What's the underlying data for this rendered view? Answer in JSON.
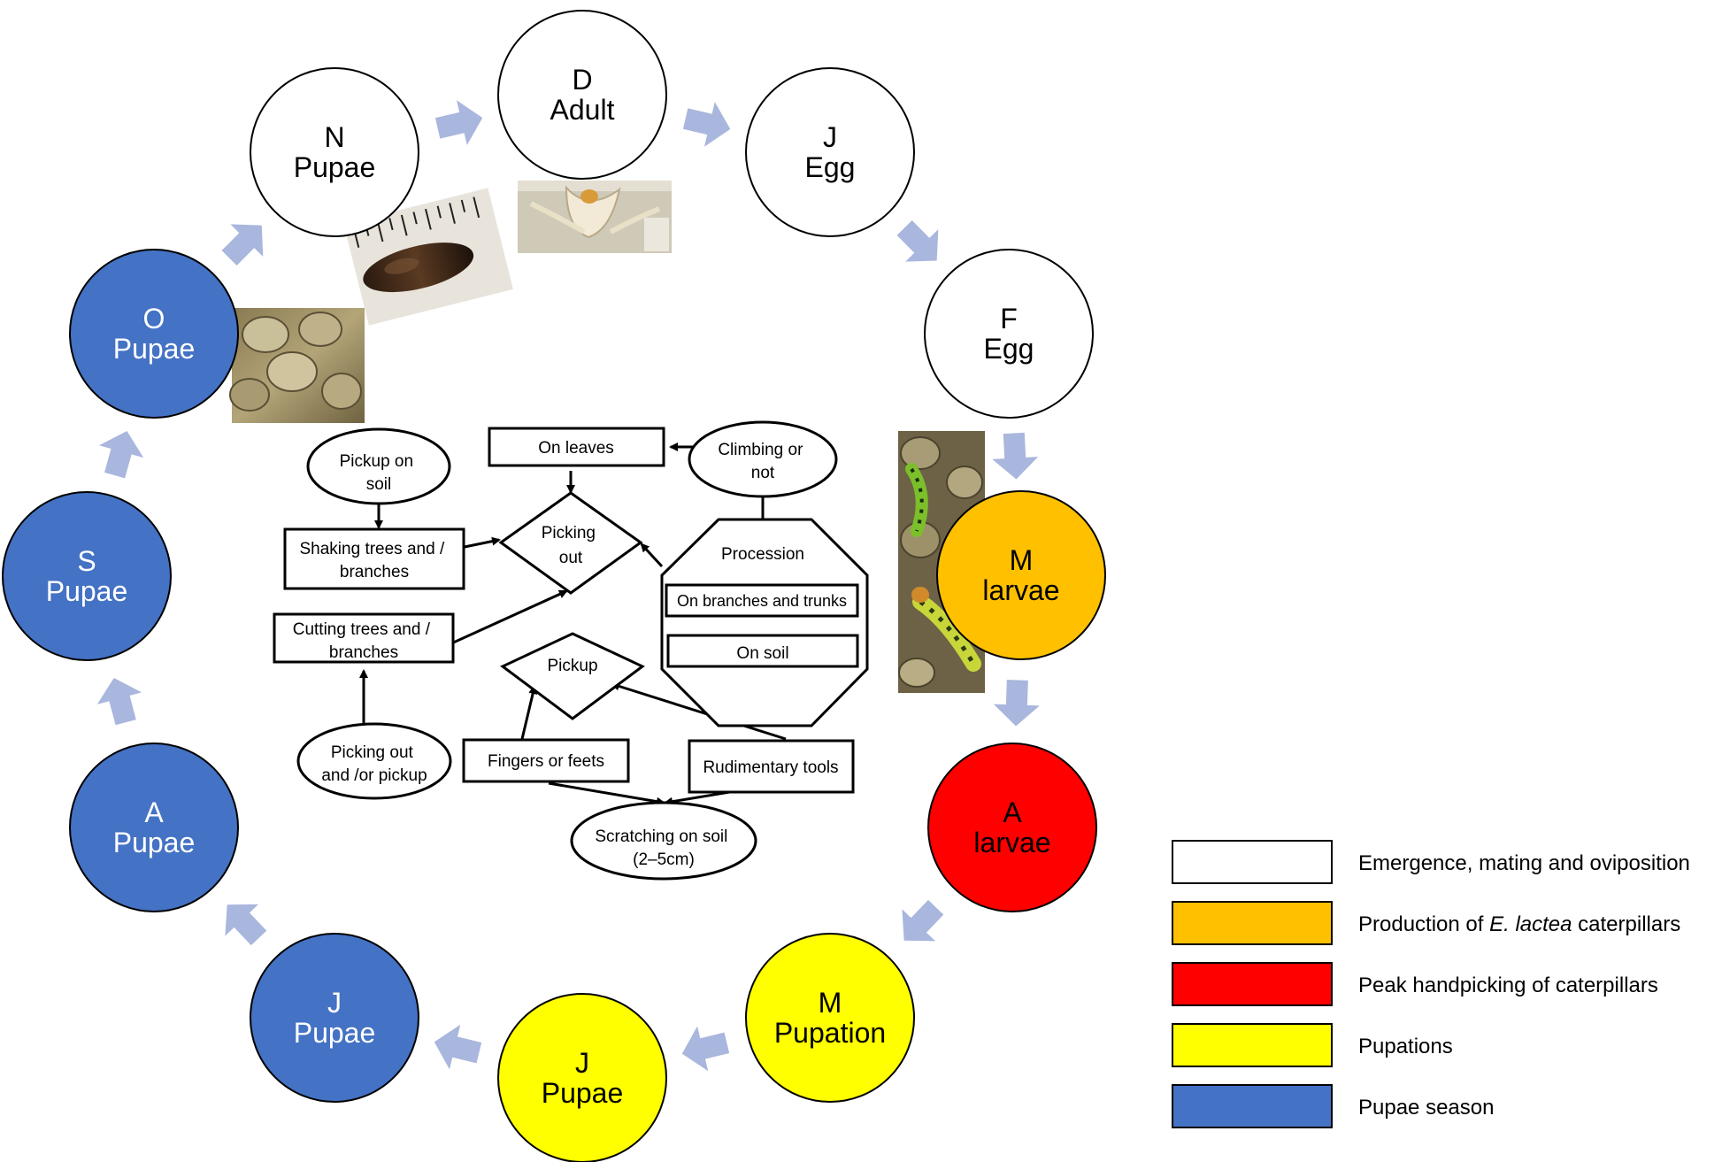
{
  "colors": {
    "emergence": "#ffffff",
    "production": "#ffc000",
    "peak": "#ff0000",
    "pupations": "#ffff00",
    "pupae_season": "#4472c4",
    "arrow": "#a9b6dd"
  },
  "cycle": [
    {
      "month": "N",
      "stage": "Pupae",
      "category": "emergence"
    },
    {
      "month": "D",
      "stage": "Adult",
      "category": "emergence"
    },
    {
      "month": "J",
      "stage": "Egg",
      "category": "emergence"
    },
    {
      "month": "F",
      "stage": "Egg",
      "category": "emergence"
    },
    {
      "month": "M",
      "stage": "larvae",
      "category": "production"
    },
    {
      "month": "A",
      "stage": "larvae",
      "category": "peak"
    },
    {
      "month": "M",
      "stage": "Pupation",
      "category": "pupations"
    },
    {
      "month": "J",
      "stage": "Pupae",
      "category": "pupations"
    },
    {
      "month": "J",
      "stage": "Pupae",
      "category": "pupae_season"
    },
    {
      "month": "A",
      "stage": "Pupae",
      "category": "pupae_season"
    },
    {
      "month": "S",
      "stage": "Pupae",
      "category": "pupae_season"
    },
    {
      "month": "O",
      "stage": "Pupae",
      "category": "pupae_season"
    }
  ],
  "flowchart": {
    "pickup_on_soil": [
      "Pickup on",
      "soil"
    ],
    "on_leaves": "On leaves",
    "climbing": [
      "Climbing or",
      "not"
    ],
    "shaking": [
      "Shaking trees and /",
      "branches"
    ],
    "picking_out": [
      "Picking",
      "out"
    ],
    "procession": "Procession",
    "on_branches": "On branches and trunks",
    "cutting": [
      "Cutting trees and /",
      "branches"
    ],
    "on_soil": "On soil",
    "pickup": "Pickup",
    "picking_pickup": [
      "Picking out",
      "and /or pickup"
    ],
    "fingers": "Fingers or feets",
    "rudimentary": "Rudimentary tools",
    "scratching": [
      "Scratching on soil",
      "(2–5cm)"
    ]
  },
  "legend": [
    {
      "key": "emergence",
      "label": "Emergence, mating and oviposition"
    },
    {
      "key": "production",
      "label_prefix": "Production of ",
      "label_italic": "E. lactea",
      "label_suffix": " caterpillars"
    },
    {
      "key": "peak",
      "label": "Peak handpicking of caterpillars"
    },
    {
      "key": "pupations",
      "label": "Pupations"
    },
    {
      "key": "pupae_season",
      "label": "Pupae season"
    }
  ],
  "photos": [
    {
      "name": "pupae-in-soil-photo"
    },
    {
      "name": "pupa-on-ruler-photo"
    },
    {
      "name": "adult-moth-photo"
    },
    {
      "name": "caterpillars-photo"
    }
  ]
}
